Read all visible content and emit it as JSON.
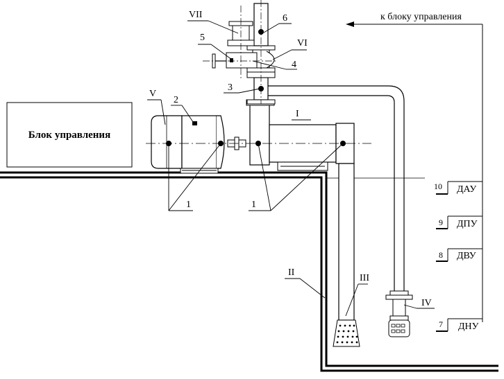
{
  "control_block": {
    "label": "Блок управления"
  },
  "arrow_label": "к блоку управления",
  "roman_labels": {
    "I": "I",
    "II": "II",
    "III": "III",
    "IV": "IV",
    "V": "V",
    "VI": "VI",
    "VII": "VII"
  },
  "number_labels": {
    "n1_left": "1",
    "n1_right": "1",
    "n2": "2",
    "n3": "3",
    "n4": "4",
    "n5": "5",
    "n6": "6"
  },
  "sensors": [
    {
      "num": "10",
      "label": "ДАУ"
    },
    {
      "num": "9",
      "label": "ДПУ"
    },
    {
      "num": "8",
      "label": "ДВУ"
    },
    {
      "num": "7",
      "label": "ДНУ"
    }
  ]
}
